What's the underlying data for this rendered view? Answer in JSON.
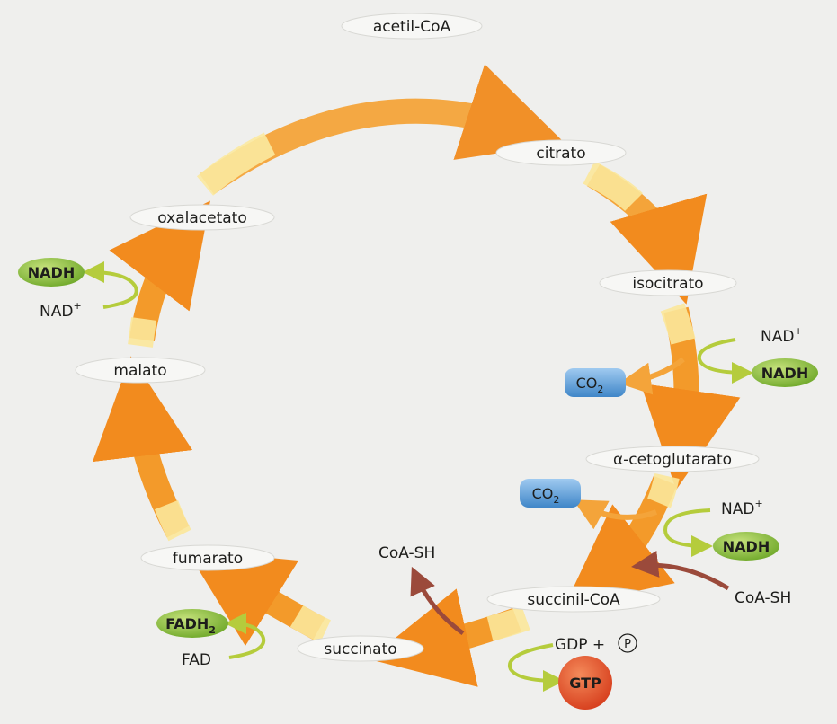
{
  "intermediates": {
    "acetyl_coa": "acetil-CoA",
    "citrate": "citrato",
    "isocitrate": "isocitrato",
    "alpha_ketoglutarate": "α-cetoglutarato",
    "succinyl_coa": "succinil-CoA",
    "succinate": "succinato",
    "fumarate": "fumarato",
    "malate": "malato",
    "oxaloacetate": "oxalacetato"
  },
  "cofactors": {
    "nad": "NAD",
    "nad_sup": "+",
    "nadh": "NADH",
    "co2": "CO",
    "co2_sub": "2",
    "coa_sh": "CoA-SH",
    "gdp": "GDP",
    "plus": "+",
    "phosphate": "P",
    "gtp": "GTP",
    "fad": "FAD",
    "fadh": "FADH",
    "fadh_sub": "2"
  },
  "colors": {
    "cycle_orange": "#f39a2a",
    "cycle_light": "#fbe79a",
    "nadh_green": "#8fc43a",
    "co2_blue": "#5d9fd6",
    "gtp_red": "#e2502c",
    "coa_brown": "#9b4a3b",
    "side_arrow_green": "#b5cc3c"
  }
}
